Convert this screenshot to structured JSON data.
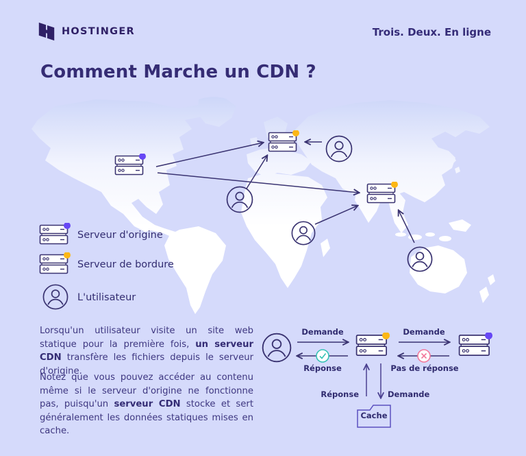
{
  "header": {
    "brand": "HOSTINGER",
    "tagline": "Trois. Deux. En ligne"
  },
  "title": "Comment Marche un CDN ?",
  "legend": {
    "origin": "Serveur d'origine",
    "edge": "Serveur de bordure",
    "user": "L'utilisateur"
  },
  "paragraphs": {
    "p1": {
      "before": "Lorsqu'un utilisateur visite un site web statique pour la première fois, ",
      "bold": "un serveur CDN",
      "after": " transfère les fichiers depuis le serveur d'origine."
    },
    "p2": {
      "before": "Notez que vous pouvez accéder au contenu même si le serveur d'origine ne fonctionne pas, puisqu'un ",
      "bold": "serveur CDN",
      "after": " stocke et sert généralement les données statiques mises en cache."
    }
  },
  "flow": {
    "request_user_cdn": "Demande",
    "response_cdn_user": "Réponse",
    "request_cdn_origin": "Demande",
    "no_response": "Pas de réponse",
    "response_cache": "Réponse",
    "request_cache": "Demande",
    "cache": "Cache"
  },
  "colors": {
    "background": "#d5dafb",
    "ink": "#2f2a6e",
    "origin_dot": "#6747f5",
    "edge_dot": "#fcb716",
    "success": "#35c3b4",
    "error": "#f2799c"
  }
}
